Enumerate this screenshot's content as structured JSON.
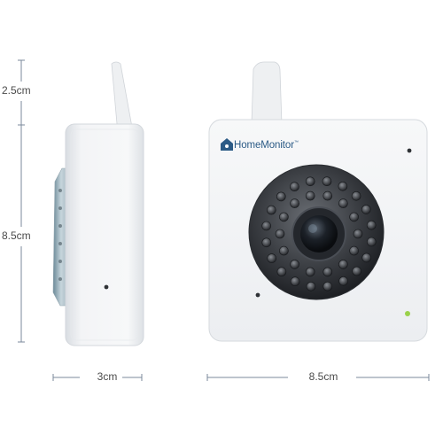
{
  "product": {
    "brand_name": "HomeMonitor",
    "brand_mark": "™",
    "colors": {
      "brand": "#2c5b86",
      "body": "#f4f5f7",
      "dimension_line": "#7b8a9b",
      "status_led": "#9ad14b"
    }
  },
  "dimensions": {
    "antenna_height": "2.5cm",
    "body_height": "8.5cm",
    "side_depth": "3cm",
    "front_width": "8.5cm"
  }
}
